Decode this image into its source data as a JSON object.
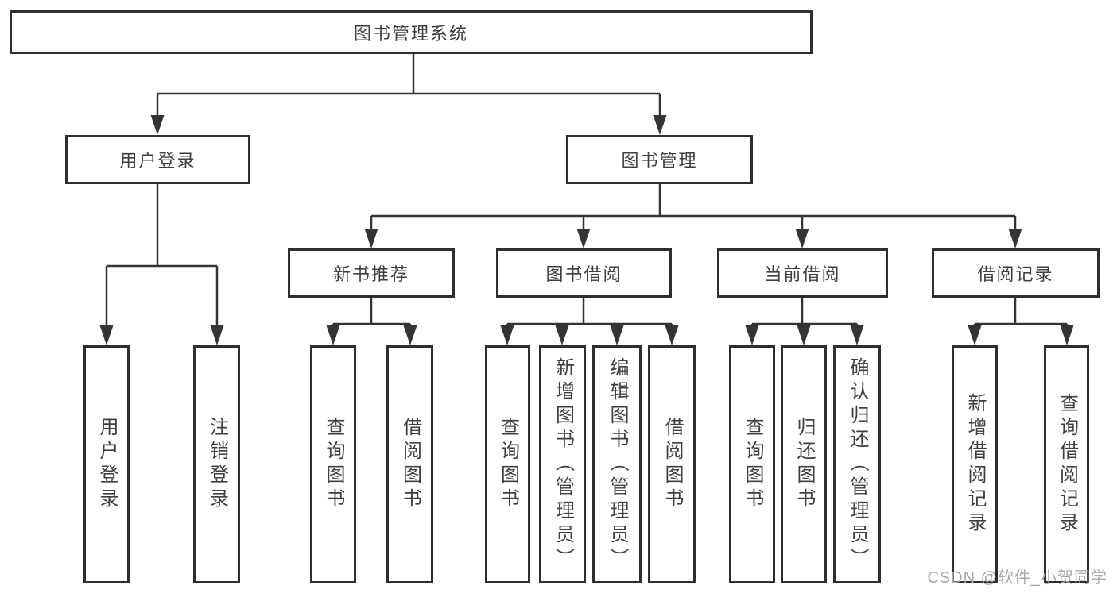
{
  "diagram": {
    "root": {
      "label": "图书管理系统"
    },
    "level2": [
      {
        "label": "用户登录"
      },
      {
        "label": "图书管理"
      }
    ],
    "level3": [
      {
        "label": "新书推荐"
      },
      {
        "label": "图书借阅"
      },
      {
        "label": "当前借阅"
      },
      {
        "label": "借阅记录"
      }
    ],
    "leaves": [
      {
        "label": "用户登录"
      },
      {
        "label": "注销登录"
      },
      {
        "label": "查询图书"
      },
      {
        "label": "借阅图书"
      },
      {
        "label": "查询图书"
      },
      {
        "label": "新增图书（管理员）"
      },
      {
        "label": "编辑图书（管理员）"
      },
      {
        "label": "借阅图书"
      },
      {
        "label": "查询图书"
      },
      {
        "label": "归还图书"
      },
      {
        "label": "确认归还（管理员）"
      },
      {
        "label": "新增借阅记录"
      },
      {
        "label": "查询借阅记录"
      }
    ],
    "colors": {
      "line": "#343434",
      "border": "#2e2e2e",
      "text": "#3f3f3f",
      "watermark": "#a9a9a9",
      "background": "#ffffff"
    }
  },
  "watermark": {
    "text": "CSDN @软件_小贺同学"
  }
}
